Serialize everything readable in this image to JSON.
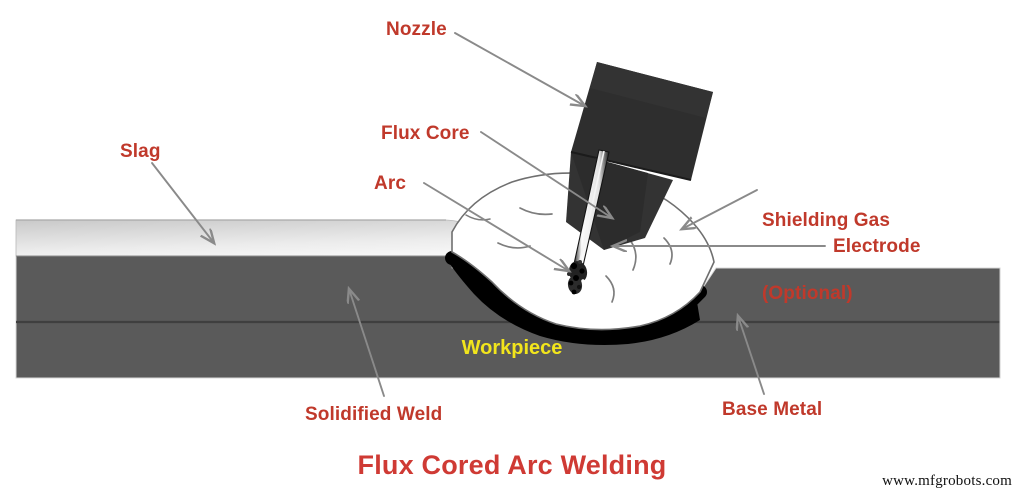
{
  "figure": {
    "title": "Flux Cored Arc Welding",
    "watermark": "www.mfgrobots.com",
    "label_color": "#c0392b",
    "title_color": "#cf3a34",
    "workpiece_label_color": "#f2e51c",
    "background_color": "#ffffff",
    "leader_line_color": "#8a8a8a"
  },
  "labels": {
    "nozzle": "Nozzle",
    "flux_core": "Flux Core",
    "arc": "Arc",
    "slag": "Slag",
    "shielding_gas_line1": "Shielding Gas",
    "shielding_gas_line2": "(Optional)",
    "electrode": "Electrode",
    "workpiece": "Workpiece",
    "solidified_weld": "Solidified Weld",
    "base_metal": "Base Metal"
  },
  "parts": {
    "torch_body_color": "#2e2e2e",
    "nozzle_cone_color": "#353535",
    "workpiece_color": "#5a5a5a",
    "weld_pool_color": "#000000",
    "slag_gradient_top": "#c6c6c6",
    "slag_gradient_bottom": "#fbfbfb",
    "electrode_wire_color": "#f2f2f2",
    "electrode_wire_edge": "#1a1a1a",
    "shielding_dome_color": "#ffffff",
    "shielding_dome_stroke": "#6f6f6f"
  }
}
